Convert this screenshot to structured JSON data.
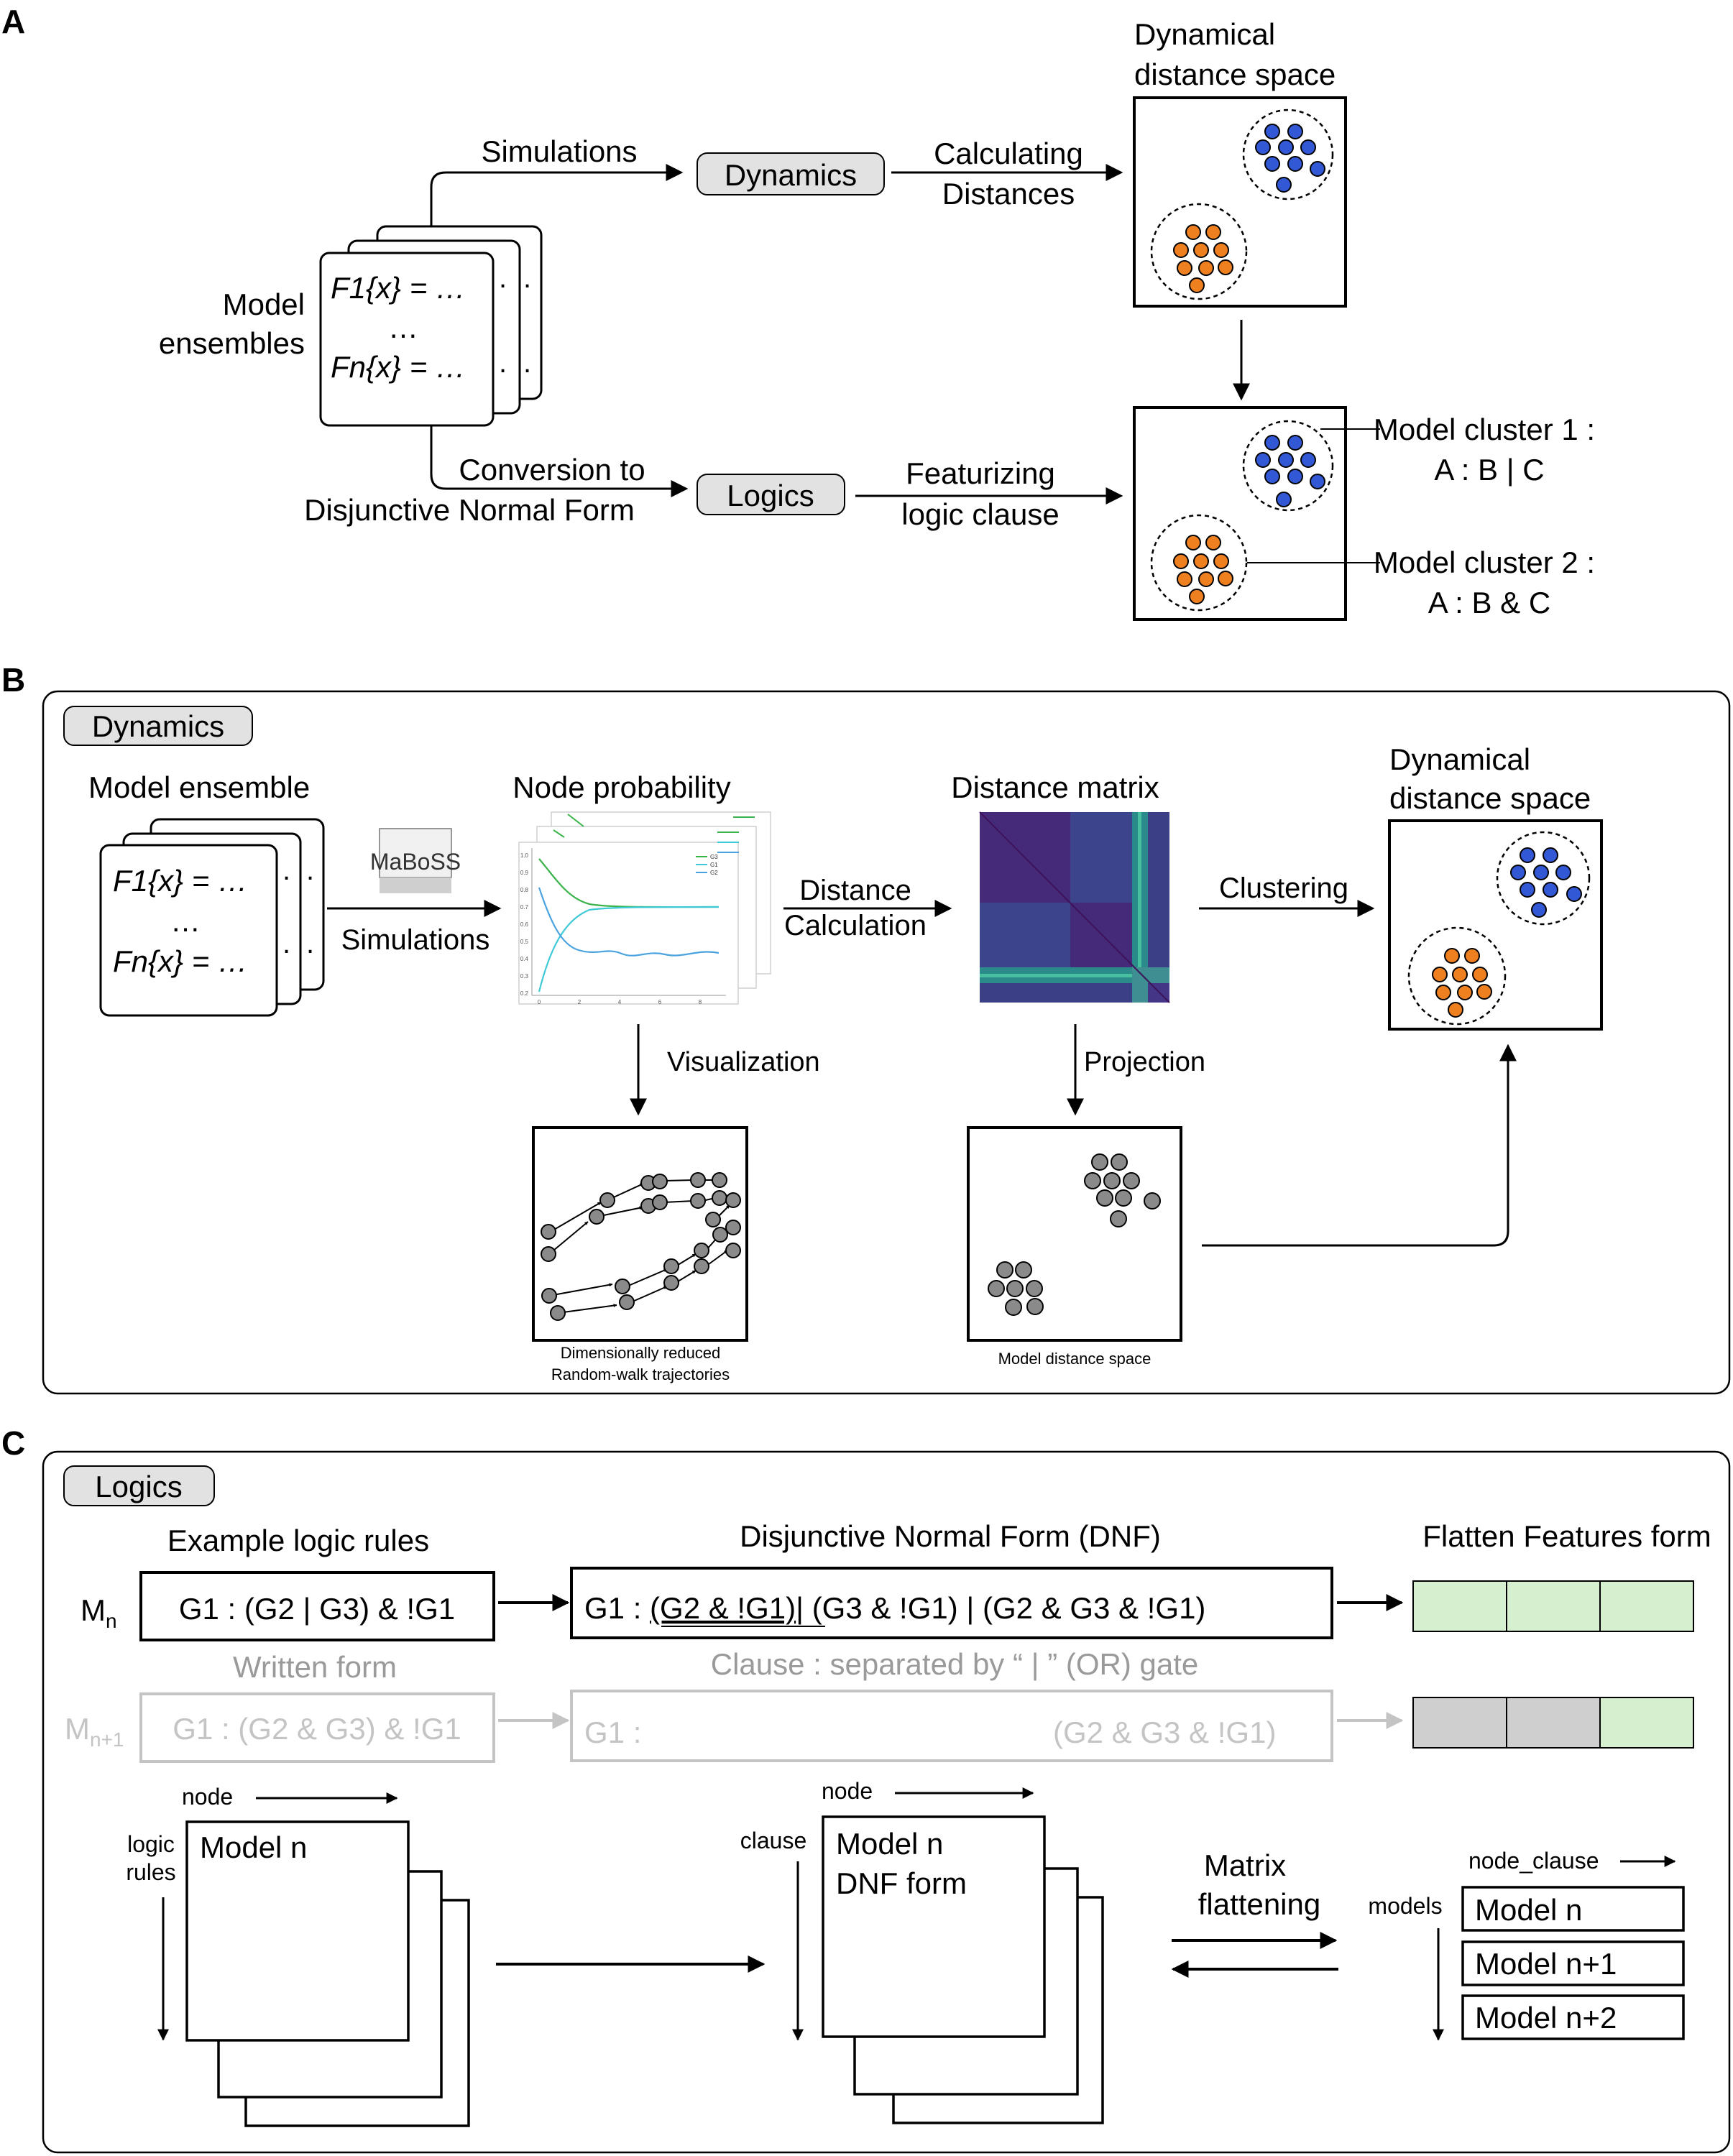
{
  "panels": {
    "a_label": "A",
    "b_label": "B",
    "c_label": "C"
  },
  "panel_a": {
    "model_ensembles": [
      "Model",
      "ensembles"
    ],
    "formula_f1": "F1{x} = …",
    "formula_ellipsis": "…",
    "formula_fn": "Fn{x} = …",
    "simulations": "Simulations",
    "dynamics": "Dynamics",
    "calculating_distances": [
      "Calculating",
      "Distances"
    ],
    "dyn_space_title": [
      "Dynamical",
      "distance space"
    ],
    "conversion": [
      "Conversion to",
      "Disjunctive Normal Form"
    ],
    "logics": "Logics",
    "featurizing": [
      "Featurizing",
      "logic clause"
    ],
    "cluster1": [
      "Model cluster 1 :",
      "A : B | C"
    ],
    "cluster2": [
      "Model cluster 2 :",
      "A : B & C"
    ]
  },
  "panel_b": {
    "tag": "Dynamics",
    "model_ensemble": "Model ensemble",
    "formula_f1": "F1{x} = …",
    "formula_ellipsis": "…",
    "formula_fn": "Fn{x} = …",
    "maboss_logo": "MaBoSS",
    "simulations": "Simulations",
    "node_probability": "Node probability",
    "distance_calc": [
      "Distance",
      "Calculation"
    ],
    "distance_matrix": "Distance matrix",
    "clustering": "Clustering",
    "dyn_space_title": [
      "Dynamical",
      "distance space"
    ],
    "visualization": "Visualization",
    "projection": "Projection",
    "rw_caption": [
      "Dimensionally reduced",
      "Random-walk trajectories"
    ],
    "model_distance_space": "Model distance space",
    "mini_legend": [
      "G3",
      "G1",
      "G2"
    ],
    "mini_yticks": [
      "1.0",
      "0.9",
      "0.8",
      "0.7",
      "0.6",
      "0.5",
      "0.4",
      "0.3",
      "0.2"
    ],
    "mini_xticks": [
      "0",
      "2",
      "4",
      "6",
      "8"
    ]
  },
  "panel_c": {
    "tag": "Logics",
    "example_rules": "Example logic rules",
    "dnf_title": "Disjunctive Normal Form (DNF)",
    "flatten_title": "Flatten Features form",
    "mn_base": "M",
    "mn_sub": "n",
    "rule_n": "G1 : (G2 | G3) & !G1",
    "dnf_prefix": "G1 : ",
    "dnf_clause1": "(G2 & !G1)",
    "dnf_rest": "| (G3 & !G1) | (G2 & G3 & !G1)",
    "written_form": "Written form",
    "clause_caption": "Clause : separated by “ | ” (OR) gate",
    "mn1_base": "M",
    "mn1_sub": "n+1",
    "rule_n1": "G1 : (G2 & G3) & !G1",
    "dnf_n1_prefix": "G1 :",
    "dnf_n1_clause": "(G2 & G3 & !G1)",
    "node_label": "node",
    "logic_rules": [
      "logic",
      "rules"
    ],
    "model_n": "Model n",
    "clause_label": "clause",
    "model_n_dnf": [
      "Model n",
      "DNF form"
    ],
    "matrix_flattening": [
      "Matrix",
      "flattening"
    ],
    "node_clause": "node_clause",
    "models_label": "models",
    "model_rows": [
      "Model n",
      "Model n+1",
      "Model n+2"
    ]
  },
  "colors": {
    "blue_cluster": "#3358d6",
    "orange_cluster": "#ee8020",
    "grey_point": "#8a8a8a",
    "flatten_green": "#d6f0cf",
    "flatten_grey": "#cfcfcf",
    "pill_fill": "#e2e2e2",
    "faded": "#c4c4c4",
    "plot_green": "#3cb44b",
    "plot_cyan": "#3ec9d6",
    "plot_blue": "#4aa3df"
  }
}
